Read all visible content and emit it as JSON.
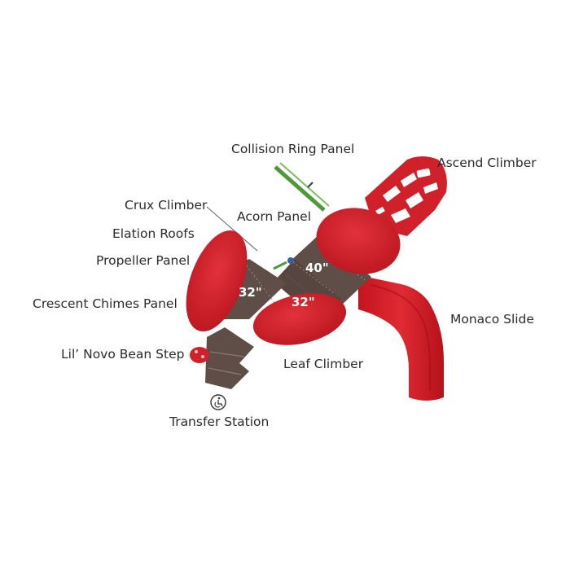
{
  "labels": {
    "collision_ring_panel": "Collision Ring Panel",
    "ascend_climber": "Ascend Climber",
    "crux_climber": "Crux Climber",
    "acorn_panel": "Acorn Panel",
    "elation_roofs": "Elation Roofs",
    "propeller_panel": "Propeller Panel",
    "crescent_chimes_panel": "Crescent Chimes Panel",
    "monaco_slide": "Monaco Slide",
    "lil_novo_bean_step": "Lil’ Novo Bean Step",
    "leaf_climber": "Leaf Climber",
    "transfer_station": "Transfer Station"
  },
  "dimensions": {
    "left_deck": "32\"",
    "center_deck": "32\"",
    "right_deck": "40\""
  },
  "icons": {
    "transfer": "accessibility-icon"
  },
  "colors": {
    "roof_red": "#d0212b",
    "deck_brown": "#5e4e47",
    "rail_green": "#4e9a3a",
    "label_text": "#2b2b2b"
  }
}
